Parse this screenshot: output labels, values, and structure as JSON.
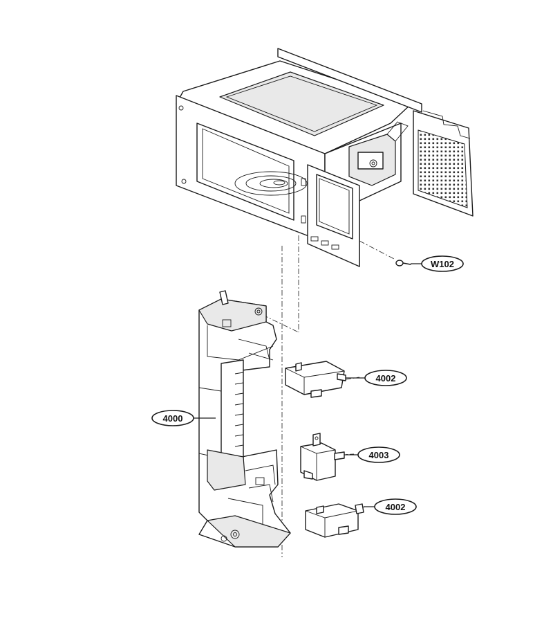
{
  "callouts": [
    {
      "id": "w102",
      "label": "W102"
    },
    {
      "id": "4002_top",
      "label": "4002"
    },
    {
      "id": "4000",
      "label": "4000"
    },
    {
      "id": "4003",
      "label": "4003"
    },
    {
      "id": "4002_bottom",
      "label": "4002"
    }
  ]
}
